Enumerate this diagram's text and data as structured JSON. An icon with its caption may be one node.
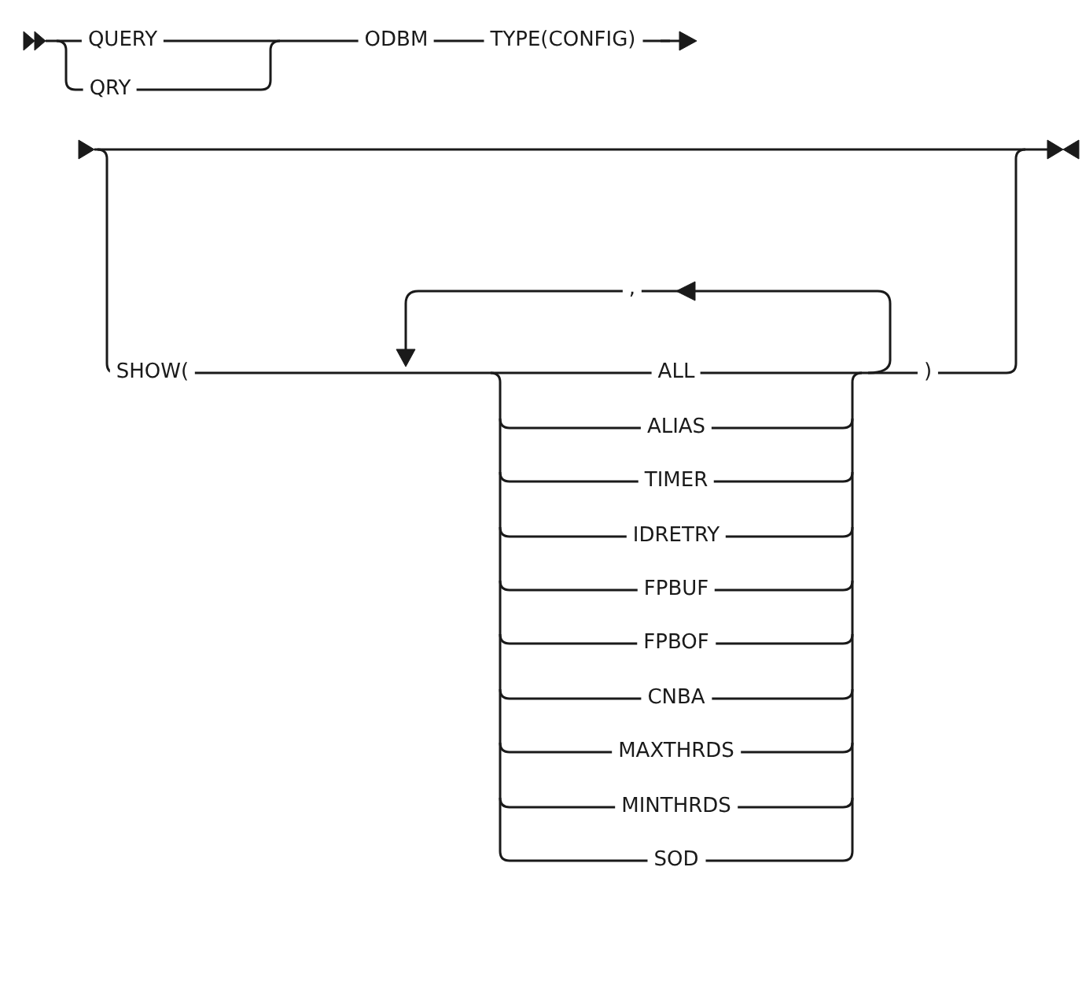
{
  "diagram": {
    "labels": [
      "QUERY",
      "ODBM",
      "TYPE(CONFIG)",
      "QRY",
      ",",
      "SHOW(",
      "ALL",
      ")",
      "ALIAS",
      "TIMER",
      "IDRETRY",
      "FPBUF",
      "FPBOF",
      "CNBA",
      "MAXTHRDS",
      "MINTHRDS",
      "SOD"
    ]
  }
}
